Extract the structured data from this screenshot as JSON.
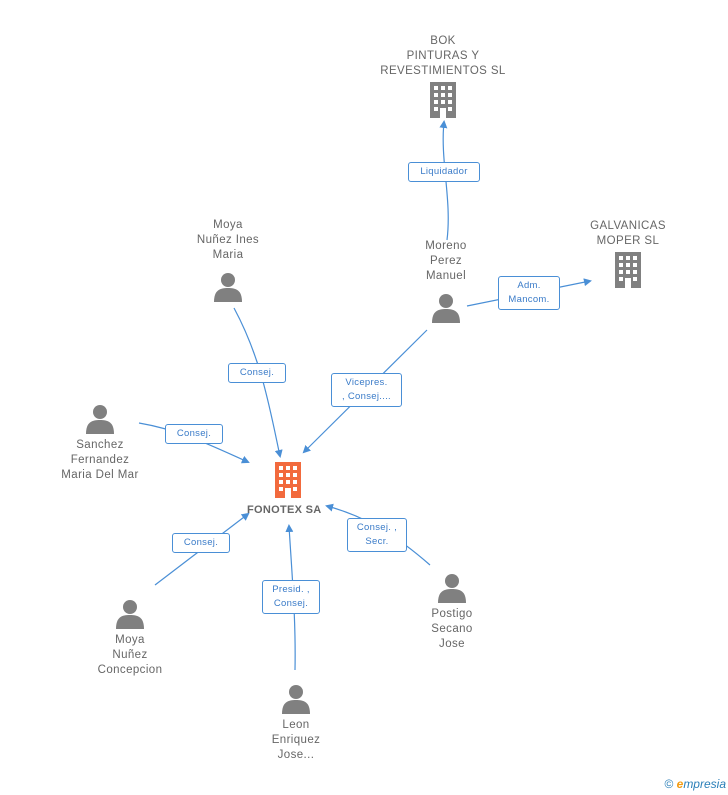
{
  "center": {
    "name": "FONOTEX SA",
    "color": "#f26a3d"
  },
  "companies": [
    {
      "id": "bok",
      "label": "BOK\nPINTURAS Y\nREVESTIMIENTOS SL"
    },
    {
      "id": "galvanicas",
      "label": "GALVANICAS\nMOPER SL"
    }
  ],
  "persons": [
    {
      "id": "moya-nunez-ines",
      "label": "Moya\nNuñez Ines\nMaria"
    },
    {
      "id": "moreno",
      "label": "Moreno\nPerez\nManuel"
    },
    {
      "id": "sanchez",
      "label": "Sanchez\nFernandez\nMaria Del Mar"
    },
    {
      "id": "moya-concepcion",
      "label": "Moya\nNuñez\nConcepcion"
    },
    {
      "id": "leon",
      "label": "Leon\nEnriquez\nJose..."
    },
    {
      "id": "postigo",
      "label": "Postigo\nSecano\nJose"
    }
  ],
  "relations": [
    {
      "id": "liquidador",
      "label": "Liquidador"
    },
    {
      "id": "adm",
      "label": "Adm.\nMancom."
    },
    {
      "id": "consej-ines",
      "label": "Consej."
    },
    {
      "id": "vicepres",
      "label": "Vicepres.\n, Consej...."
    },
    {
      "id": "consej-sanchez",
      "label": "Consej."
    },
    {
      "id": "consej-concepcion",
      "label": "Consej."
    },
    {
      "id": "presid",
      "label": "Presid. ,\nConsej."
    },
    {
      "id": "consej-secr",
      "label": "Consej. ,\nSecr."
    }
  ],
  "colors": {
    "edge": "#4a8fd6",
    "icon": "#808080",
    "center_icon": "#f26a3d"
  },
  "footer": {
    "copyright": "©",
    "brand_e": "e",
    "brand": "mpresia"
  }
}
